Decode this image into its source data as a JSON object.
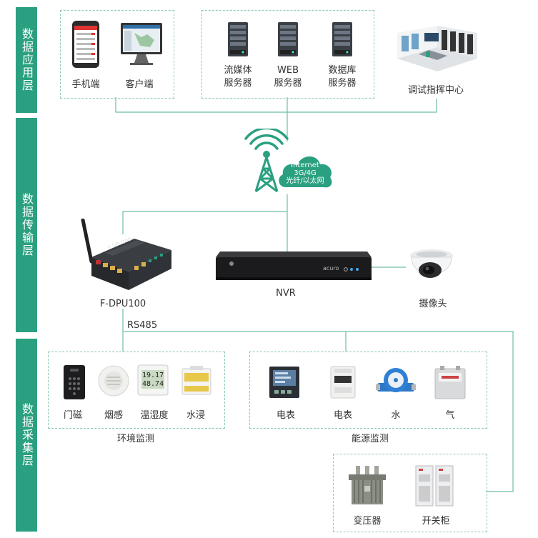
{
  "layers": {
    "application": "数据应用层",
    "transmission": "数据传输层",
    "collection": "数据采集层"
  },
  "application": {
    "mobile": "手机端",
    "client": "客户端",
    "streaming_server": [
      "流媒体",
      "服务器"
    ],
    "web_server": [
      "WEB",
      "服务器"
    ],
    "db_server": [
      "数据库",
      "服务器"
    ],
    "command_center": "调试指挥中心"
  },
  "network": {
    "line1": "Internet",
    "line2": "3G/4G",
    "line3": "光纤/以太网"
  },
  "transmission": {
    "gateway": "F-DPU100",
    "gateway_brand": "F-DPU100",
    "nvr": "NVR",
    "nvr_brand": "acuro",
    "camera": "摄像头",
    "bus": "RS485"
  },
  "environment": {
    "title": "环境监测",
    "items": [
      "门磁",
      "烟感",
      "温湿度",
      "水浸"
    ],
    "temp_display": "19.17",
    "humidity_display": "48.74"
  },
  "energy": {
    "title": "能源监测",
    "items": [
      "电表",
      "电表",
      "水",
      "气"
    ]
  },
  "power": {
    "items": [
      "变压器",
      "开关柜"
    ]
  },
  "colors": {
    "accent": "#2aa081",
    "line": "#6fbf9f",
    "dash": "#8cc9b4"
  }
}
